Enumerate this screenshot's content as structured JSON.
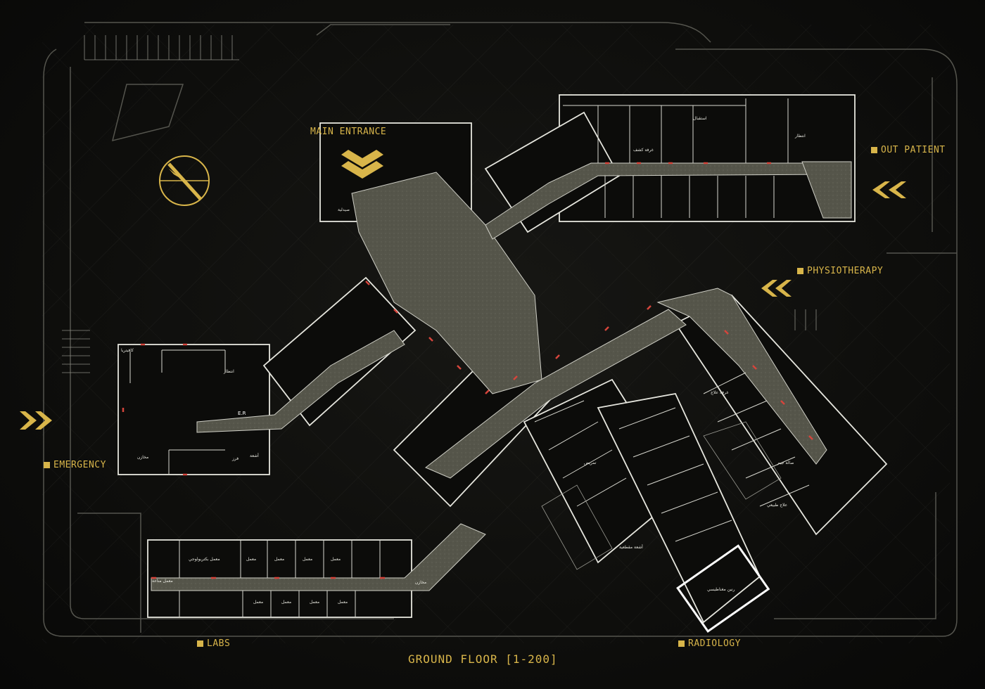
{
  "title": "GROUND FLOOR [1-200]",
  "zones": {
    "main_entrance": "MAIN ENTRANCE",
    "out_patient": "OUT PATIENT",
    "physiotherapy": "PHYSIOTHERAPY",
    "emergency": "EMERGENCY",
    "labs": "LABS",
    "radiology": "RADIOLOGY"
  },
  "rooms": {
    "er": "E.R",
    "lab": "معمل",
    "bacteriology_lab": "معمل بكتريولوجي",
    "immunology_lab": "معمل مناعة",
    "cafeteria": "كافيتريا",
    "waiting": "انتظار",
    "treatment_room": "غرفة علاج",
    "hall": "صالة جيم",
    "exam_room": "غرفة كشف",
    "storage": "مخازن",
    "stores": "مخازن",
    "reception": "استقبال",
    "physio_treatment": "علاج طبيعي",
    "xray": "أشعة",
    "mri": "رنين مغناطيسي",
    "triage": "فرز",
    "nurses": "تمريض",
    "radiology_ct": "أشعة مقطعية",
    "pharmacy": "صيدلية"
  },
  "colors": {
    "accent": "#d8b54a",
    "wall": "#e6e6de",
    "corridor": "#5a5a4e",
    "door": "#d6453c",
    "background": "#0e0e0c",
    "grid": "#3a3a36"
  },
  "icons": {
    "compass": "north-arrow-icon",
    "chevrons": "entrance-chevron-icon"
  }
}
